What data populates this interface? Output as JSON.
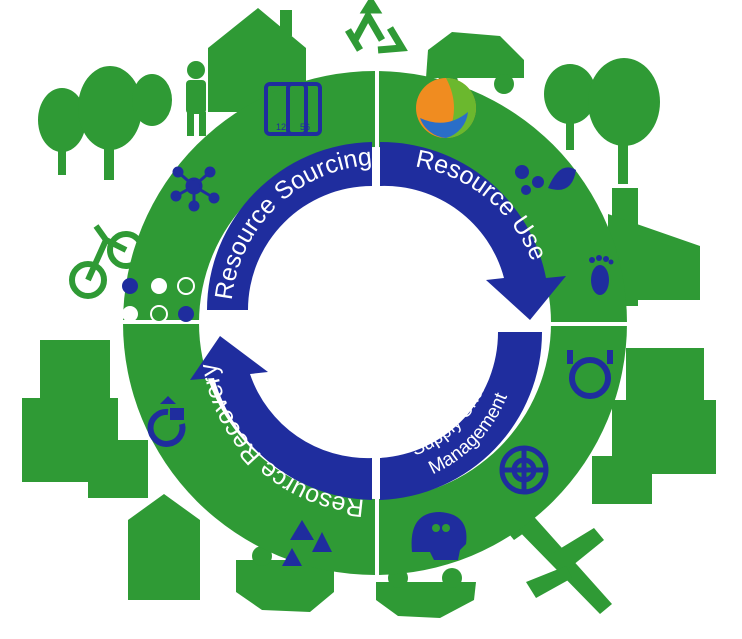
{
  "colors": {
    "green": "#2f9a35",
    "blue": "#1f2d9e",
    "white": "#ffffff"
  },
  "cycle": {
    "sourcing": "Resource Sourcing",
    "use": "Resource Use",
    "supply_line1": "Supply Chain",
    "supply_line2": "Management",
    "recovery": "Resource Recovery"
  },
  "icons": {
    "puzzle_left": "12",
    "puzzle_right": "56"
  },
  "decor": [
    "recycle-icon",
    "car-icon",
    "trees-icon",
    "house-icon",
    "person-icon",
    "bicycle-icon",
    "factory-icon",
    "office-building-icon",
    "airplane-icon",
    "network-icon",
    "puzzle-icon",
    "gears-leaf-icon",
    "footprint-icon",
    "globe-icon",
    "head-icon",
    "target-icon",
    "valve-icon",
    "energy-icons"
  ]
}
